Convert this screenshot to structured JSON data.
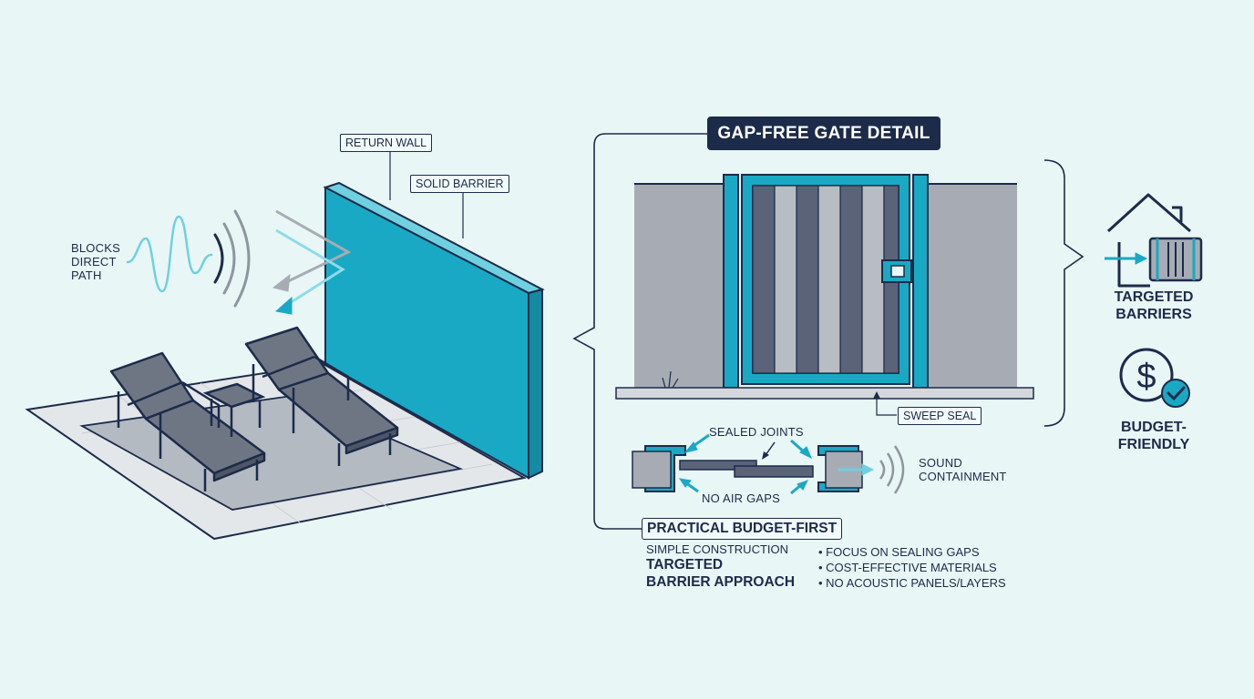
{
  "title": "GAP-FREE GATE DETAIL",
  "left_scene": {
    "return_wall": "RETURN WALL",
    "solid_barrier": "SOLID BARRIER",
    "blocks_direct_path": [
      "BLOCKS",
      "DIRECT",
      "PATH"
    ]
  },
  "gate_detail": {
    "sweep_seal": "SWEEP SEAL"
  },
  "joint_detail": {
    "sealed_joints": "SEALED JOINTS",
    "no_air_gaps": "NO AIR GAPS",
    "sound_containment": [
      "SOUND",
      "CONTAINMENT"
    ]
  },
  "approach": {
    "heading": "PRACTICAL BUDGET-FIRST",
    "line1": "SIMPLE CONSTRUCTION",
    "line2": "TARGETED",
    "line3": "BARRIER APPROACH",
    "bullets": [
      "FOCUS ON SEALING GAPS",
      "COST-EFFECTIVE MATERIALS",
      "NO ACOUSTIC PANELS/LAYERS"
    ]
  },
  "right_icons": {
    "targeted_barriers": [
      "TARGETED",
      "BARRIERS"
    ],
    "budget_friendly": [
      "BUDGET-",
      "FRIENDLY"
    ]
  },
  "colors": {
    "navy": "#1d2b4a",
    "teal": "#19a9c4",
    "gray": "#a7acb4",
    "background": "#e8f6f6"
  }
}
